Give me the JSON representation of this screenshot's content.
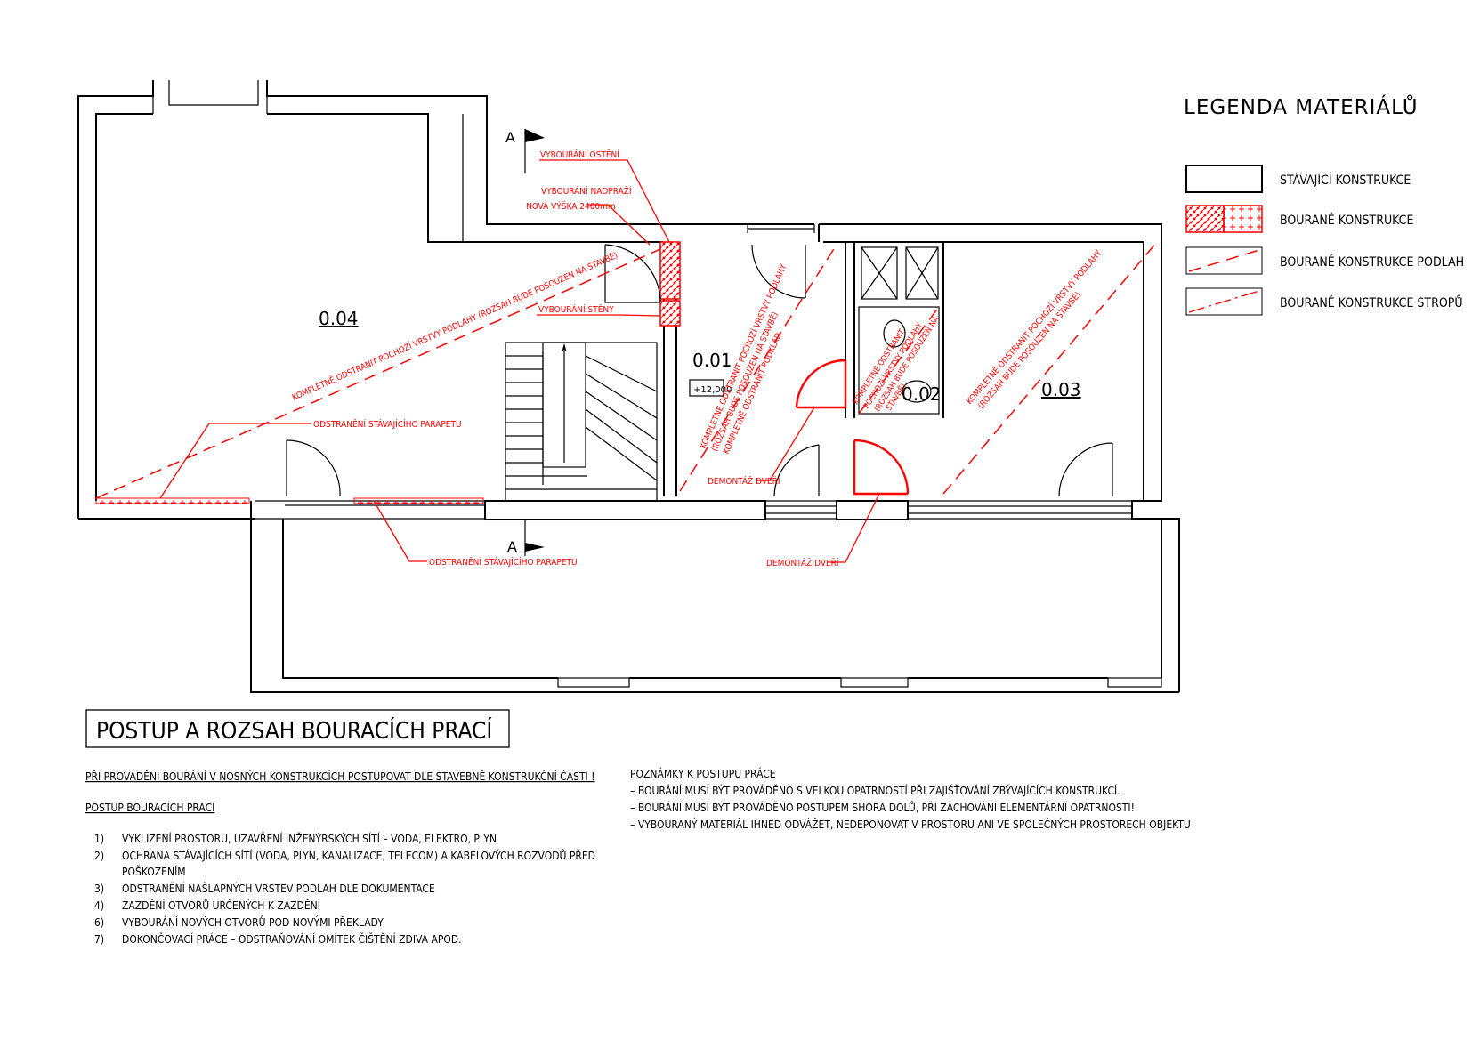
{
  "legend": {
    "title": "LEGENDA MATERIÁLŮ",
    "items": [
      {
        "label": "STÁVAJÍCÍ KONSTRUKCE",
        "kind": "existing"
      },
      {
        "label": "BOURANÉ KONSTRUKCE",
        "kind": "demolished"
      },
      {
        "label": "BOURANÉ KONSTRUKCE PODLAH",
        "kind": "floor"
      },
      {
        "label": "BOURANÉ KONSTRUKCE STROPŮ",
        "kind": "ceiling"
      }
    ]
  },
  "plan": {
    "rooms": {
      "r004": "0.04",
      "r001": "0.01",
      "r001_level": "+12,000",
      "r002": "0.02",
      "r003": "0.03"
    },
    "section_marks": {
      "top": "A",
      "bottom": "A"
    },
    "notes": {
      "vybourani_osteni": "VYBOURÁNÍ OSTĚNÍ",
      "vybourani_nadprazi_1": "VYBOURÁNÍ NADPRAŽÍ",
      "vybourani_nadprazi_2": "NOVÁ VÝŠKA 2400mm",
      "vybourani_steny": "VYBOURÁNÍ STĚNY",
      "odstraneni_parapetu_top": "ODSTRANĚNÍ STÁVAJÍCÍHO PARAPETU",
      "odstraneni_parapetu_bottom": "ODSTRANĚNÍ STÁVAJÍCÍHO PARAPETU",
      "demontaz_dveri_1": "DEMONTÁŽ DVEŘÍ",
      "demontaz_dveri_2": "DEMONTÁŽ DVEŘÍ",
      "floor_004": "KOMPLETNĚ ODSTRANIT POCHOZÍ VRSTVY PODLAHY (ROZSAH BUDE POSOUZEN NA STAVBĚ)",
      "floor_001_1": "KOMPLETNĚ ODSTRANIT POCHOZÍ VRSTVY PODLAHY",
      "floor_001_2": "(ROZSAH BUDE POSOUZEN NA STAVBĚ)",
      "floor_001_3": "KOMPLETNĚ ODSTRANIT PODKLAD",
      "floor_002_1": "KOMPLETNĚ ODSTRANIT",
      "floor_002_2": "POCHOZÍ VRSTVY PODLAHY",
      "floor_002_3": "(ROZSAH BUDE POSOUZEN NA",
      "floor_002_4": "STAVBĚ)",
      "floor_003_1": "KOMPLETNĚ ODSTRANIT POCHOZÍ VRSTVY PODLAHY",
      "floor_003_2": "(ROZSAH BUDE POSOUZEN NA STAVBĚ)"
    }
  },
  "procedure": {
    "title": "POSTUP A ROZSAH BOURACÍCH PRACÍ",
    "warning": "PŘI PROVÁDĚNÍ BOURÁNÍ V NOSNÝCH KONSTRUKCÍCH POSTUPOVAT DLE STAVEBNĚ KONSTRUKČNÍ ČÁSTI !",
    "subtitle": "POSTUP BOURACÍCH PRACÍ",
    "steps": [
      {
        "num": "1)",
        "text": "VYKLIZENÍ PROSTORU, UZAVŘENÍ INŽENÝRSKÝCH SÍTÍ – VODA, ELEKTRO, PLYN"
      },
      {
        "num": "2)",
        "text": "OCHRANA STÁVAJÍCÍCH SÍTÍ (VODA, PLYN, KANALIZACE, TELECOM) A KABELOVÝCH ROZVODŮ PŘED",
        "text2": "POŠKOZENÍM"
      },
      {
        "num": "3)",
        "text": "ODSTRANĚNÍ NAŠLAPNÝCH VRSTEV PODLAH DLE DOKUMENTACE"
      },
      {
        "num": "4)",
        "text": "ZAZDĚNÍ OTVORŮ URČENÝCH K ZAZDĚNÍ"
      },
      {
        "num": "6)",
        "text": "VYBOURÁNÍ NOVÝCH OTVORŮ POD NOVÝMI PŘEKLADY"
      },
      {
        "num": "7)",
        "text": "DOKONČOVACÍ PRÁCE – ODSTRAŇOVÁNÍ OMÍTEK ČIŠTĚNÍ ZDIVA APOD."
      }
    ],
    "notes_title": "POZNÁMKY K POSTUPU PRÁCE",
    "notes": [
      "– BOURÁNÍ MUSÍ BÝT PROVÁDĚNO S VELKOU OPATRNOSTÍ PŘI ZAJIŠŤOVÁNÍ ZBÝVAJÍCÍCH KONSTRUKCÍ.",
      "– BOURÁNÍ MUSÍ BÝT PROVÁDĚNO POSTUPEM SHORA DOLŮ, PŘI ZACHOVÁNÍ ELEMENTÁRNÍ OPATRNOSTI!",
      "– VYBOURANÝ MATERIÁL IHNED ODVÁŽET, NEDEPONOVAT V PROSTORU ANI VE SPOLEČNÝCH PROSTORECH OBJEKTU"
    ]
  }
}
